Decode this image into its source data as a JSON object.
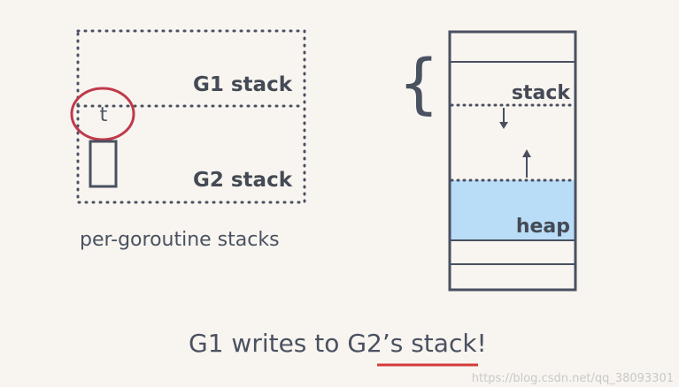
{
  "left_panel": {
    "g1_label": "G1 stack",
    "g2_label": "G2 stack",
    "t_label": "t",
    "caption": "per-goroutine stacks"
  },
  "right_panel": {
    "brace": "{",
    "stack_label": "stack",
    "heap_label": "heap"
  },
  "footer": {
    "text_part1": "G1 writes to ",
    "text_part2": "G2’s stack",
    "text_part3": "!"
  },
  "watermark": "https://blog.csdn.net/qq_38093301",
  "colors": {
    "background": "#f8f5f0",
    "outline": "#4a5060",
    "highlight_circle": "#c0394b",
    "heap_fill": "#b9dcf7",
    "underline": "#d43a3a"
  }
}
